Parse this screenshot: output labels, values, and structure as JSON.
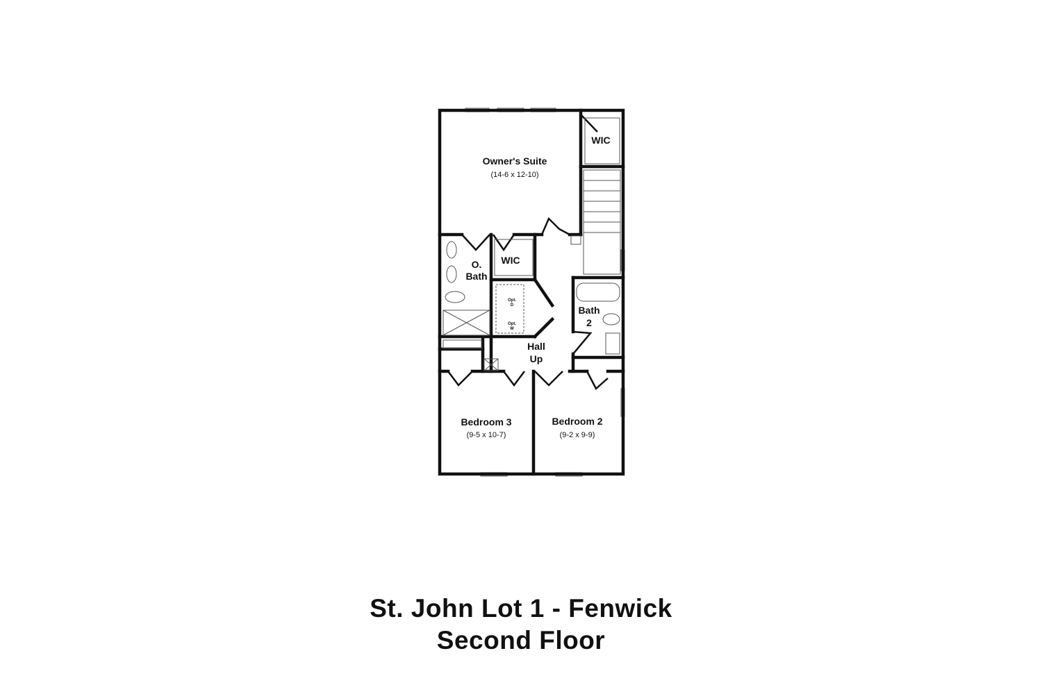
{
  "plan": {
    "rooms": {
      "owners_suite": {
        "name": "Owner's Suite",
        "dims": "(14-6 x 12-10)"
      },
      "wic_top": {
        "name": "WIC"
      },
      "wic_mid": {
        "name": "WIC"
      },
      "o_bath": {
        "line1": "O.",
        "line2": "Bath"
      },
      "opt_d": {
        "line1": "Opt.",
        "line2": "D"
      },
      "opt_w": {
        "line1": "Opt.",
        "line2": "W"
      },
      "bath2": {
        "line1": "Bath",
        "line2": "2"
      },
      "hall": {
        "line1": "Hall",
        "line2": "Up"
      },
      "bedroom3": {
        "name": "Bedroom 3",
        "dims": "(9-5 x 10-7)"
      },
      "bedroom2": {
        "name": "Bedroom 2",
        "dims": "(9-2 x 9-9)"
      }
    }
  },
  "caption": {
    "line1": "St. John Lot 1 - Fenwick",
    "line2": "Second Floor"
  }
}
